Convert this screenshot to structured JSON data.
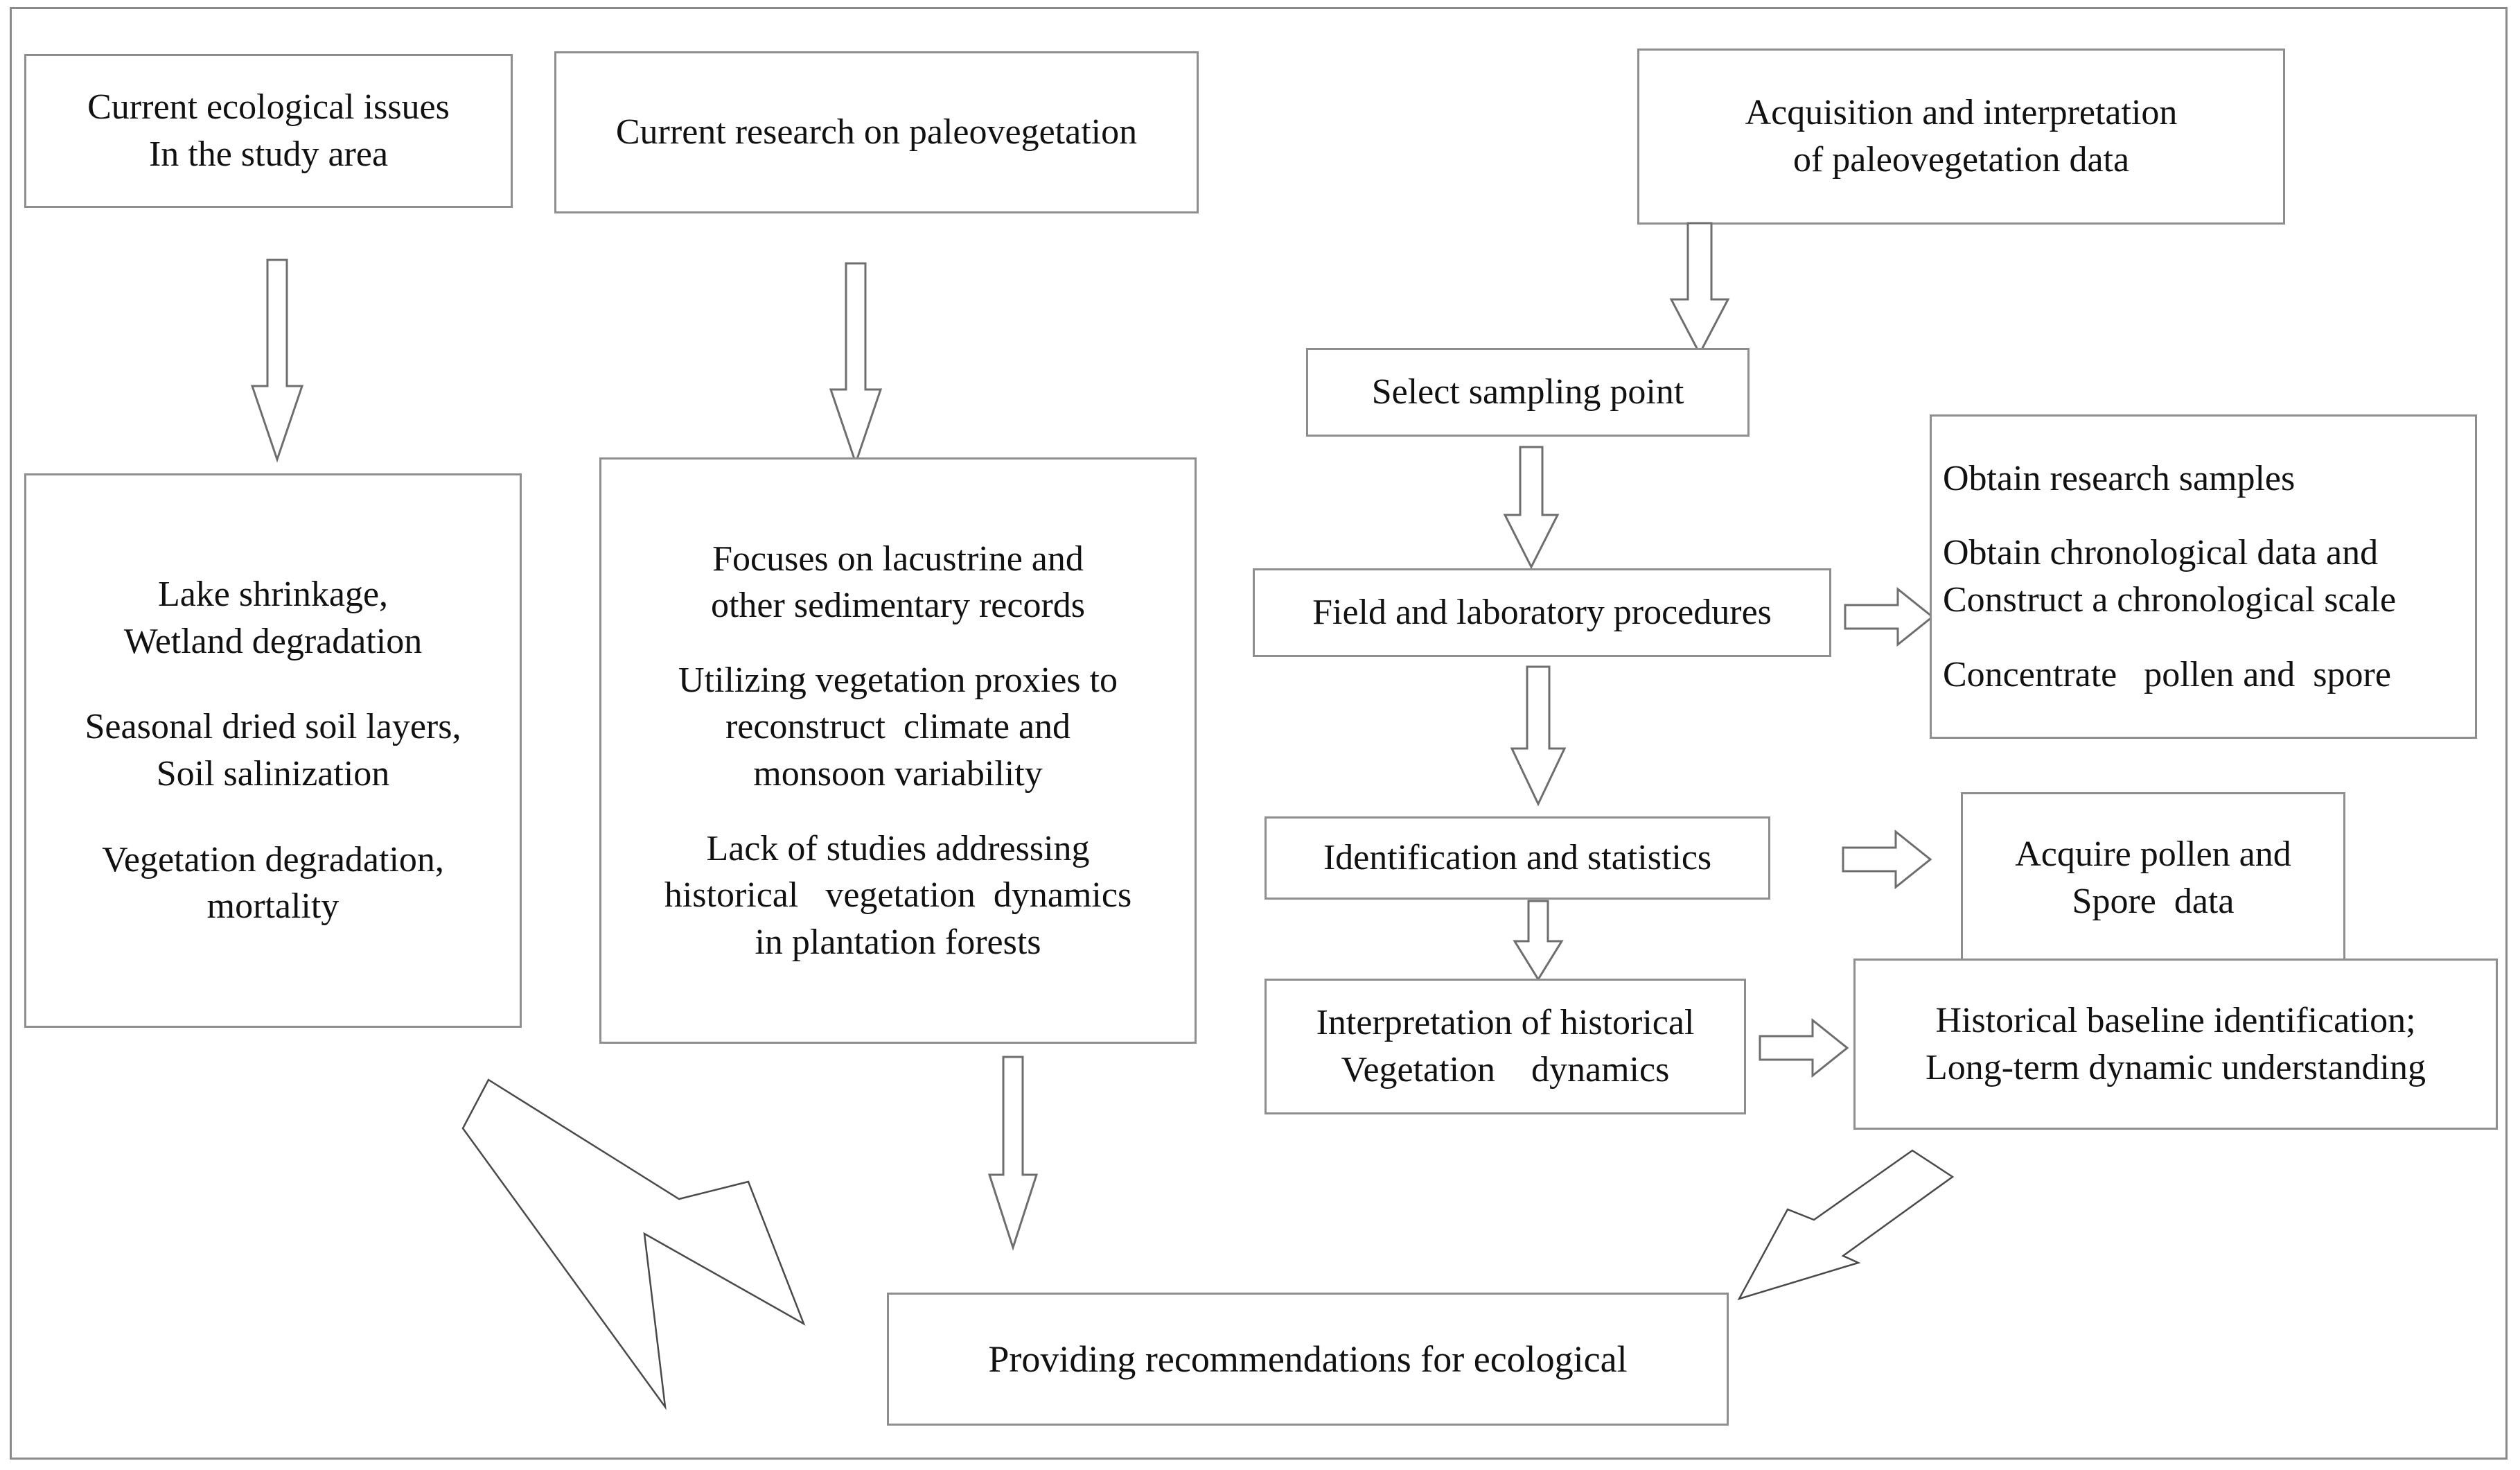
{
  "diagram": {
    "title": "Paleovegetation research workflow flowchart",
    "stroke_color": "#8e8e8e",
    "text_color": "#111111",
    "background": "#ffffff"
  },
  "nodes": {
    "current_issues": {
      "id": "current-ecological-issues",
      "lines": [
        "Current ecological issues",
        "In the study area"
      ]
    },
    "current_research": {
      "id": "current-research-paleovegetation",
      "lines": [
        "Current research on paleovegetation"
      ]
    },
    "acquisition": {
      "id": "acquisition-interpretation",
      "lines": [
        "Acquisition and interpretation",
        "of paleovegetation data"
      ]
    },
    "issues_detail": {
      "id": "ecological-issues-detail",
      "groups": [
        [
          "Lake shrinkage,",
          "Wetland degradation"
        ],
        [
          "Seasonal dried soil layers,",
          "Soil salinization"
        ],
        [
          "Vegetation degradation,",
          "mortality"
        ]
      ]
    },
    "research_detail": {
      "id": "research-gaps-detail",
      "groups": [
        [
          "Focuses on lacustrine and",
          "other sedimentary records"
        ],
        [
          "Utilizing vegetation proxies to",
          "reconstruct  climate and",
          "monsoon variability"
        ],
        [
          "Lack of studies addressing",
          "historical   vegetation  dynamics",
          "in plantation forests"
        ]
      ]
    },
    "select_sampling": {
      "id": "select-sampling-point",
      "lines": [
        "Select sampling point"
      ]
    },
    "field_lab": {
      "id": "field-and-laboratory-procedures",
      "lines": [
        "Field and laboratory procedures"
      ]
    },
    "obtain_samples": {
      "id": "obtain-research-samples",
      "groups": [
        [
          "Obtain research samples"
        ],
        [
          "Obtain chronological data and",
          "Construct a chronological scale"
        ],
        [
          "Concentrate   pollen and  spore"
        ]
      ]
    },
    "identification": {
      "id": "identification-and-statistics",
      "lines": [
        "Identification and statistics"
      ]
    },
    "acquire_pollen": {
      "id": "acquire-pollen-spore-data",
      "lines": [
        "Acquire pollen and",
        "Spore  data"
      ]
    },
    "interpretation": {
      "id": "interpretation-historical-vegetation-dynamics",
      "lines": [
        "Interpretation of historical",
        "Vegetation    dynamics"
      ]
    },
    "historical_baseline": {
      "id": "historical-baseline-identification",
      "lines": [
        "Historical baseline identification;",
        "Long-term dynamic understanding"
      ]
    },
    "recommendations": {
      "id": "providing-recommendations",
      "lines": [
        "Providing recommendations for ecological"
      ]
    }
  },
  "connectors": [
    {
      "name": "arrow-issues-to-detail",
      "kind": "down-block-arrow"
    },
    {
      "name": "arrow-research-to-detail",
      "kind": "down-block-arrow"
    },
    {
      "name": "arrow-acquisition-to-sampling",
      "kind": "down-block-arrow"
    },
    {
      "name": "arrow-sampling-to-field-lab",
      "kind": "down-block-arrow"
    },
    {
      "name": "arrow-field-lab-to-samples",
      "kind": "right-block-arrow"
    },
    {
      "name": "arrow-field-lab-to-identification",
      "kind": "down-block-arrow"
    },
    {
      "name": "arrow-identification-to-acquire-pollen",
      "kind": "right-block-arrow"
    },
    {
      "name": "arrow-identification-to-interpretation",
      "kind": "down-block-arrow"
    },
    {
      "name": "arrow-interpretation-to-baseline",
      "kind": "right-block-arrow"
    },
    {
      "name": "arrow-research-detail-to-recommendations",
      "kind": "down-block-arrow"
    },
    {
      "name": "arrow-issues-detail-to-recommendations",
      "kind": "diagonal-arrow-down-right"
    },
    {
      "name": "arrow-baseline-to-recommendations",
      "kind": "diagonal-arrow-down-left"
    }
  ]
}
